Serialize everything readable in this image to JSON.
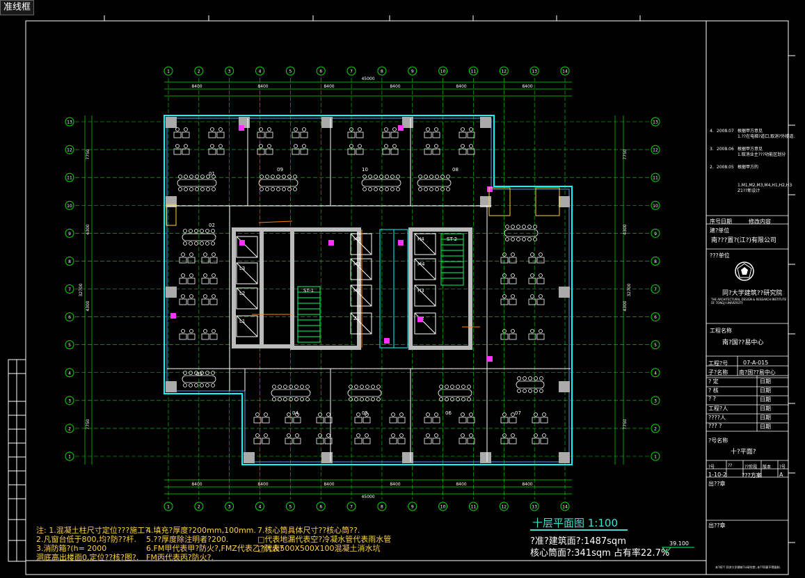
{
  "top_label": "准线框",
  "grid_axes": {
    "cols": [
      "1",
      "2",
      "3",
      "4",
      "5",
      "6",
      "7",
      "8",
      "9",
      "10",
      "11",
      "12",
      "13",
      "14"
    ],
    "rows": [
      "13",
      "12",
      "11",
      "10",
      "9",
      "8",
      "7",
      "6",
      "5",
      "4",
      "3",
      "2",
      "1"
    ]
  },
  "dims": {
    "overall": "45000",
    "top": [
      "8400",
      "8400",
      "8400",
      "8400",
      "8400",
      "8400"
    ],
    "side_left": [
      "7750",
      "4300",
      "4300",
      "7750"
    ],
    "side_center": "32700"
  },
  "rooms": {
    "lifts": [
      "L4",
      "L3",
      "L2",
      "L1",
      "M3",
      "M1",
      "M2",
      "M4",
      "Z1",
      "H3",
      "H2",
      "H4"
    ],
    "stairs": [
      "ST-1",
      "ST-2"
    ],
    "offices": [
      "01",
      "02",
      "03",
      "04",
      "05",
      "06",
      "07",
      "08",
      "09",
      "10"
    ]
  },
  "notes": {
    "col1": [
      "注: 1.混凝土柱尺寸定位???施工?.",
      "2.凡窗台低于800,均?防??杆.",
      "3.消防箱?(h= 2000",
      "洞底高出楼面0,定位??核?图?."
    ],
    "col2": [
      "4.填充?厚度?200mm,100mm.",
      "5.??厚度除注明者?200.",
      "6.FM甲代表甲?防火?,FMZ代表乙?防火?",
      "FM丙代表丙?防火?."
    ],
    "col3": [
      "7.核心筒具体尺寸??核心筒??.",
      "□代表地漏代表空?冷凝水管代表雨水管",
      "□代表500X500X100混凝土消水坑"
    ]
  },
  "drawing_title": "十层平面图  1:100",
  "area_line1": "?准?建筑面?:1487sqm",
  "area_line2": "核心筒面?:341sqm  占有率22.7%",
  "level_mark": "39.100",
  "title_block": {
    "revisions": [
      {
        "no": "4.",
        "date": "2008.07",
        "text": "根据甲方意见\n1.??在电梯?道口,取消?外楼道."
      },
      {
        "no": "3.",
        "date": "2008.06",
        "text": "根据甲方意见\n1.取消业主???功能区划分"
      },
      {
        "no": "2.",
        "date": "2008.05",
        "text": "根据甲方的"
      },
      {
        "no": "",
        "date": "",
        "text": "1.M1,M2,M3,M4,H1,H2,H3\nZ1??新设计"
      }
    ],
    "rev_header": [
      "序号",
      "日期",
      "修改内容"
    ],
    "client_label": "建?单位",
    "client": "南???置?(江?)有限公司",
    "design_label": "???单位",
    "institute": "同?大学建筑??研究院",
    "institute_en": "THE ARCHITECTURAL DESIGN & RESEARCH INSTITUTE OF TONGJI UNIVERSITY",
    "project_label": "工程名称",
    "project": "南?国??易中心",
    "project_no_label": "工程?号",
    "project_no": "07-A-015",
    "sub_item_label": "子?名称",
    "sub_item": "南?国??易中心",
    "rows": [
      "?  定",
      "?  核",
      "?  ?",
      "工程?人",
      "????人",
      "???  ?"
    ],
    "date_label": "日期",
    "drawing_name_label": "?号名称",
    "drawing_name": "十?平面?",
    "bottom_labels": [
      "?号",
      "?? ",
      "??阶段",
      "版本",
      "?号"
    ],
    "drawing_no": "1-10-2",
    "phase": "???方案",
    "version": "A",
    "remark_label": "出??章",
    "footer": "本?纸?? 同济大学建筑?计研究院 ,未??同意不得复制."
  }
}
